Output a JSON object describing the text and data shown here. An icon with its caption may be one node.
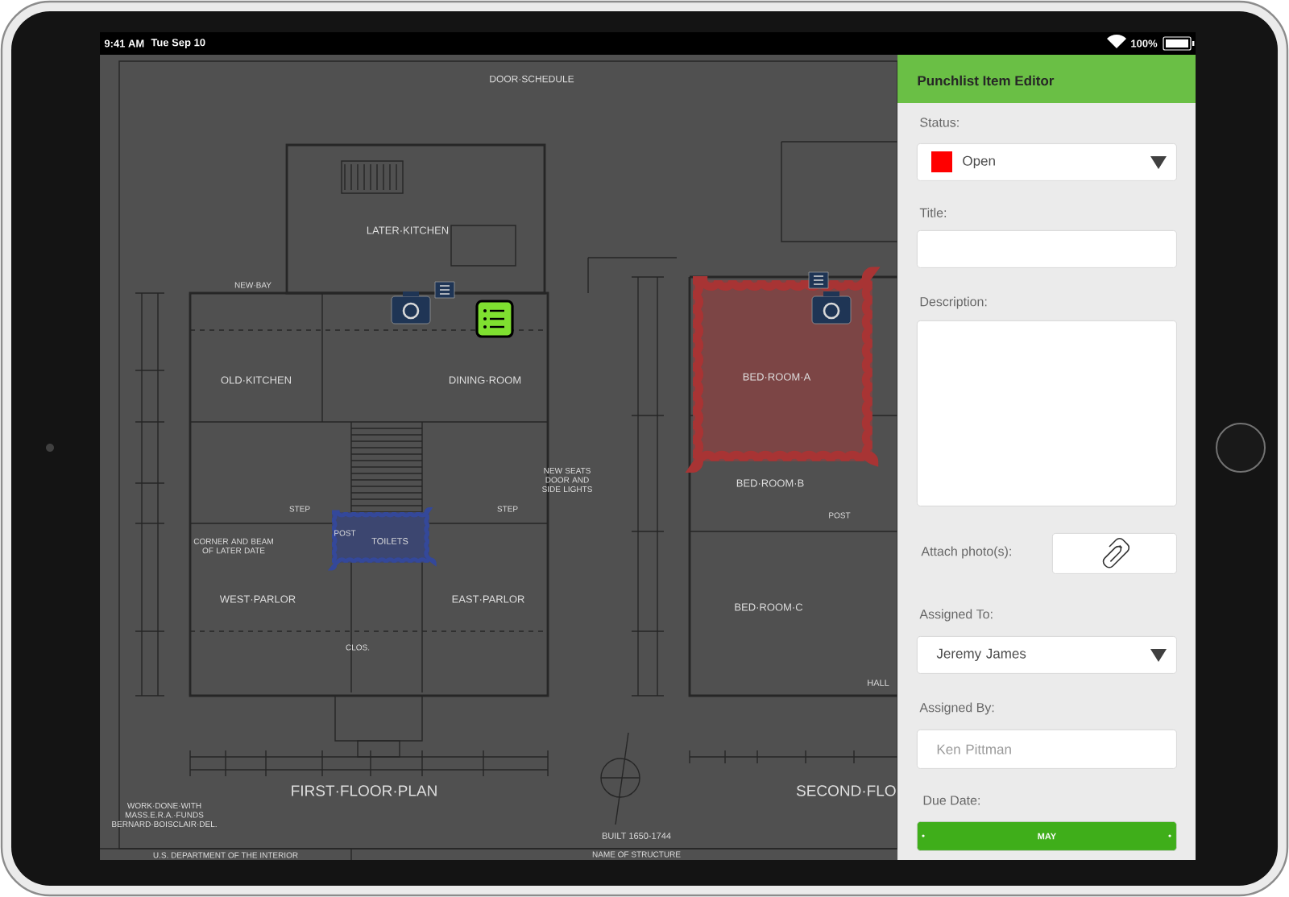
{
  "diagram": {
    "title": "Punchlist Item Editor",
    "nodes": [
      {
        "text": [
          "Open"
        ]
      },
      {
        "text": [],
        "shape": "box"
      },
      {
        "text": [],
        "shape": "box"
      },
      {
        "text": [],
        "shape": "box"
      },
      {
        "text": [
          "Jeremy James"
        ]
      },
      {
        "text": [
          "Ken Pittman"
        ]
      },
      {
        "text": [
          "MAY"
        ]
      },
      {
        "text": [],
        "shape": "cloud"
      },
      {
        "text": [],
        "shape": "cloud"
      }
    ],
    "labels": [
      "9:41 AM",
      "Tue Sep 10",
      "100%",
      "Status:",
      "Title:",
      "Description:",
      "Attach photo(s):",
      "Assigned To:",
      "Assigned By:",
      "Due Date:",
      "DOOR·SCHEDULE",
      "LATER·KITCHEN",
      "NEW·BAY",
      "OLD·KITCHEN",
      "DINING·ROOM",
      "BED·ROOM·A",
      "BED·ROOM·B",
      "STEP",
      "STEP",
      "NEW SEATS DOOR AND SIDE LIGHTS",
      "CORNER AND BEAM OF LATER DATE",
      "POST",
      "TOILETS",
      "POST",
      "WEST·PARLOR",
      "EAST·PARLOR",
      "BED·ROOM·C",
      "CLOS.",
      "HALL",
      "FIRST·FLOOR·PLAN",
      "SECOND·FLO",
      "WORK·DONE·WITH MASS.E.R.A.·FUNDS BERNARD·BOISCLAIR·DEL.",
      "BUILT 1650-1744",
      "U.S. DEPARTMENT OF THE INTERIOR",
      "NAME OF STRUCTURE"
    ]
  }
}
